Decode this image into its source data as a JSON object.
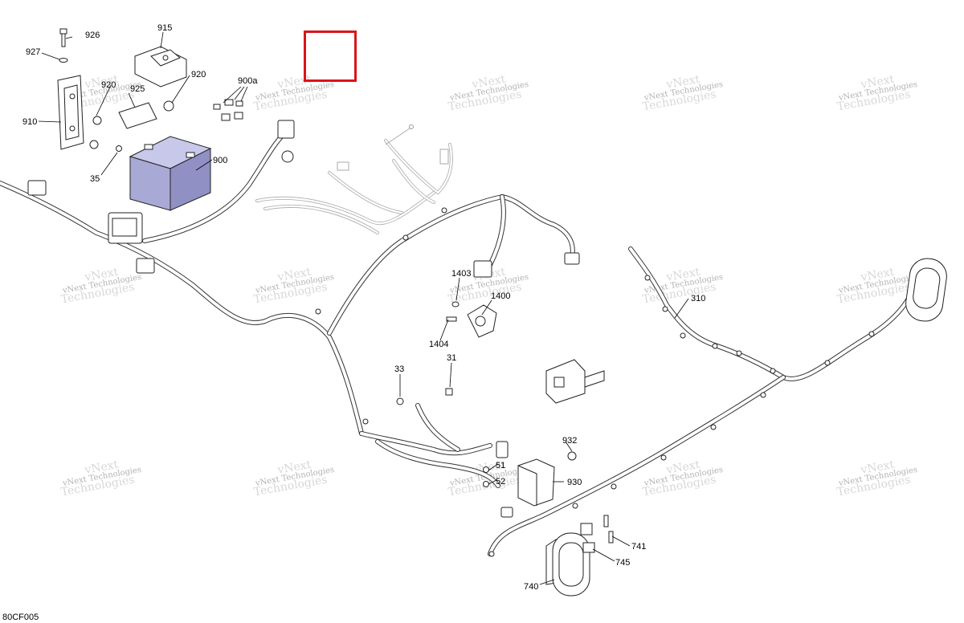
{
  "diagram": {
    "figure_code": "80CF005",
    "watermark_line1": "vNext",
    "watermark_line2": "Technologies",
    "callouts": [
      "926",
      "927",
      "915",
      "920",
      "900a",
      "920",
      "925",
      "910",
      "35",
      "900",
      "1403",
      "1400",
      "1404",
      "33",
      "31",
      "932",
      "51",
      "52",
      "930",
      "310",
      "741",
      "745",
      "740"
    ],
    "highlight_color": "#d9141b",
    "battery_color": "#a9a9d6"
  }
}
